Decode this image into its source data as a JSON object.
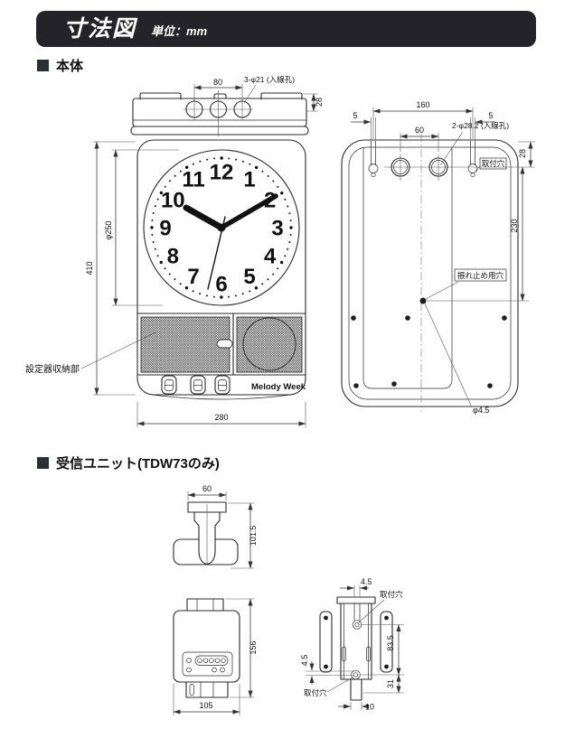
{
  "header": {
    "title": "寸法図",
    "unit_label": "単位：mm"
  },
  "body_section": {
    "heading": "本体",
    "top_view": {
      "dim_hole_pitch": "80",
      "label_inlet_holes": "3-φ21 (入線孔)",
      "dim_depth": "28"
    },
    "front_view": {
      "dim_height": "410",
      "dim_dial_diameter": "φ250",
      "dim_width": "280",
      "label_setting_box": "設定器収納部",
      "brand": "Melody Week",
      "clock_numbers": [
        "12",
        "1",
        "2",
        "3",
        "4",
        "5",
        "6",
        "7",
        "8",
        "9",
        "10",
        "11"
      ]
    },
    "rear_view": {
      "dim_mount_pitch": "160",
      "dim_slot_left": "5",
      "dim_slot_right": "5",
      "dim_inlet_pitch": "60",
      "label_inlet_holes": "2-φ28.2 (入線孔)",
      "dim_top_offset": "28",
      "label_mount_hole": "取付穴",
      "dim_center_offset": "230",
      "label_sway_hole": "振れ止め用穴",
      "dim_sway_hole": "φ4.5"
    }
  },
  "receiver_section": {
    "heading": "受信ユニット(TDW73のみ)",
    "top_view": {
      "dim_width": "60",
      "dim_depth": "101.5"
    },
    "front_view": {
      "dim_height": "156",
      "dim_width": "105"
    },
    "side_view": {
      "dim_slot_top": "4.5",
      "label_mount_hole_top": "取付穴",
      "dim_hole_pitch": "83.5",
      "dim_slot_bottom": "4.5",
      "dim_bottom_offset": "31",
      "label_mount_hole_bottom": "取付穴",
      "dim_stem_width": "10"
    }
  }
}
